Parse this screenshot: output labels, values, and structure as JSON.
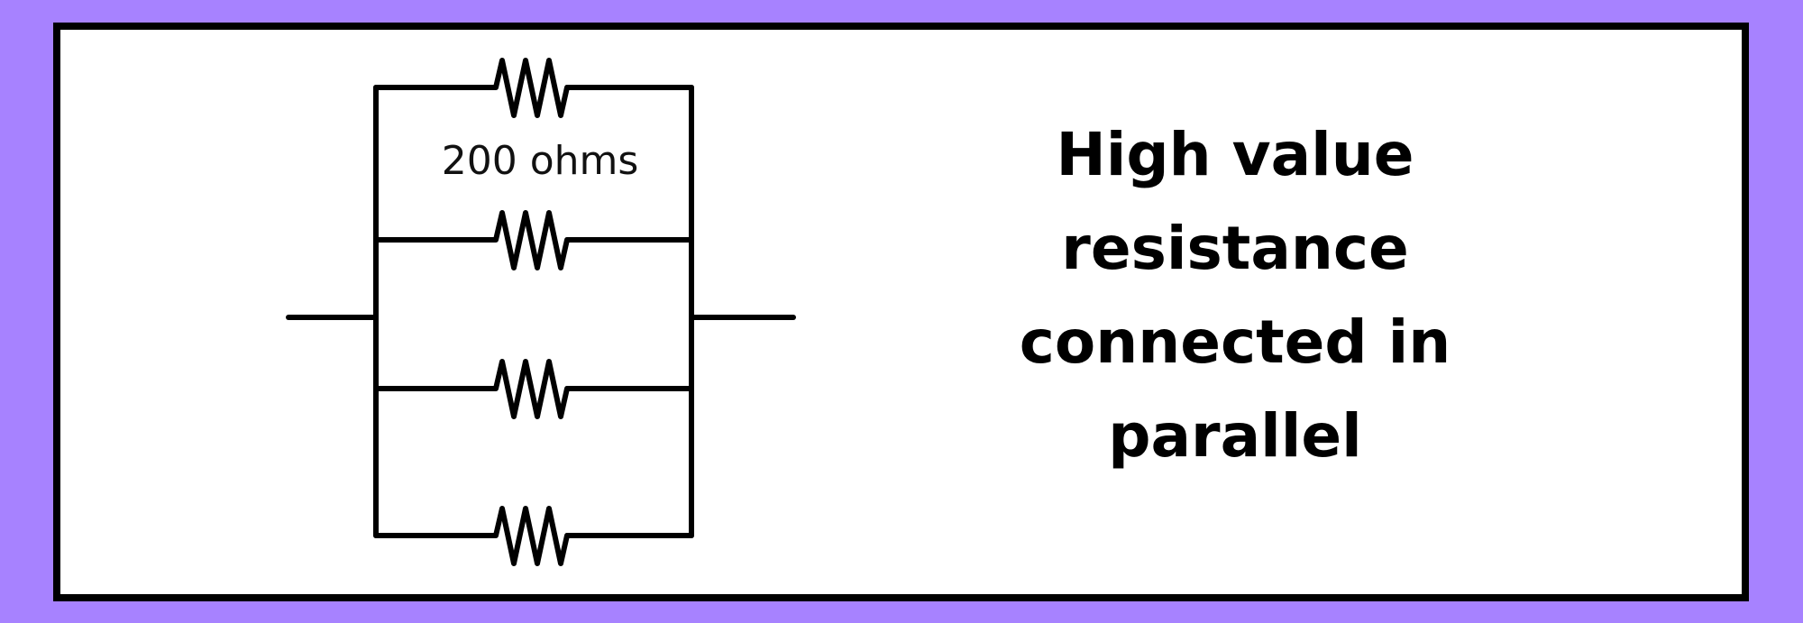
{
  "diagram": {
    "resistor_label": "200 ohms",
    "caption_lines": [
      "High value",
      "resistance",
      "connected in",
      "parallel"
    ],
    "resistor_count": 4
  },
  "colors": {
    "background": "#a782ff",
    "panel": "#ffffff",
    "line": "#000000"
  }
}
